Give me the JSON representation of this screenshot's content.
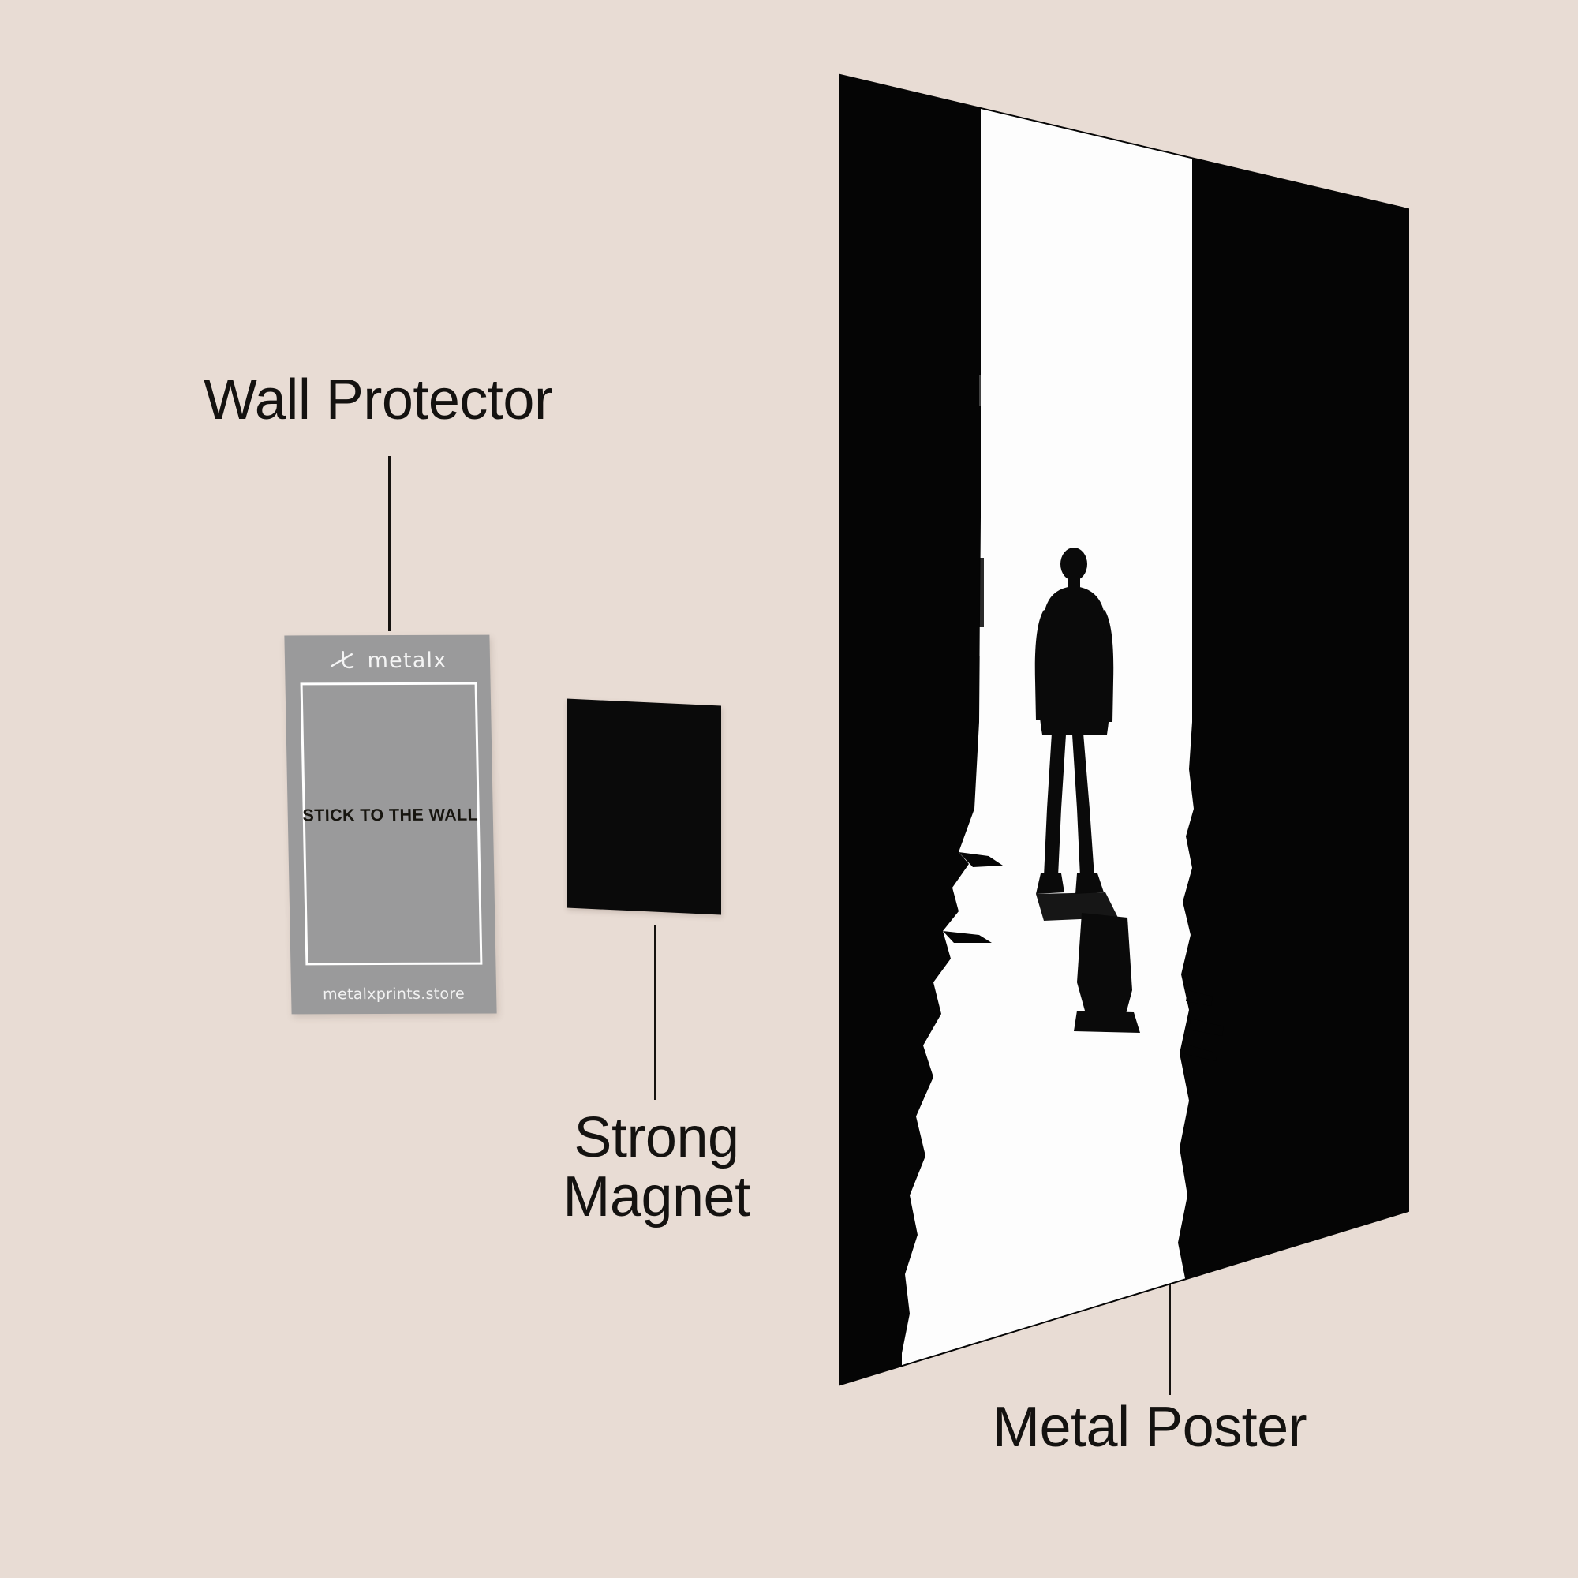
{
  "scene": {
    "background_color": "#e8dcd4",
    "title": "Metal poster product feature diagram"
  },
  "callouts": [
    {
      "id": "wall-protector",
      "label": "Wall Protector",
      "line_color": "#15120f"
    },
    {
      "id": "strong-magnet",
      "label": "Strong\nMagnet",
      "line_color": "#15120f"
    },
    {
      "id": "metal-poster",
      "label": "Metal Poster",
      "line_color": "#15120f"
    }
  ],
  "wall_protector_card": {
    "brand_name": "metalx",
    "brand_mark": "metalx-cross-logo-icon",
    "headline": "STICK TO THE WALL",
    "store_url": "metalxprints.store",
    "card_color": "#9a9a9b",
    "border_color": "#ffffff",
    "headline_color": "#17150f",
    "text_color": "#f2f2f2"
  },
  "magnet": {
    "name": "Strong Magnet",
    "color": "#0a0a0a"
  },
  "poster_artwork": {
    "description": "High-contrast black and white silhouette of a man with a suitcase standing in a bright corridor between dark walls",
    "black_color": "#050505",
    "white_color": "#fdfdfd"
  }
}
